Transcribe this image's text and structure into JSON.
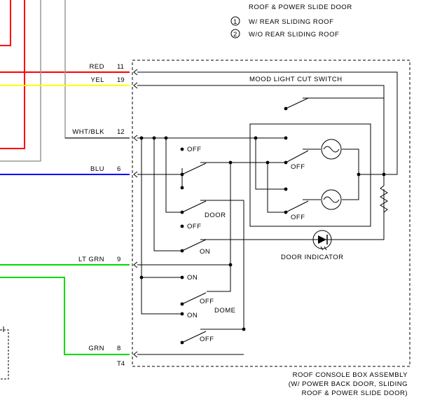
{
  "legend": {
    "top_line": "ROOF & POWER SLIDE DOOR",
    "marker_1": "1",
    "item_1": "W/ REAR SLIDING ROOF",
    "marker_2": "2",
    "item_2": "W/O REAR SLIDING ROOF"
  },
  "wires": [
    {
      "label": "RED",
      "pin": "11",
      "color": "#ff0000"
    },
    {
      "label": "YEL",
      "pin": "19",
      "color": "#ffff00"
    },
    {
      "label": "WHT/BLK",
      "pin": "12",
      "color": "#000000"
    },
    {
      "label": "BLU",
      "pin": "6",
      "color": "#0000ff"
    },
    {
      "label": "LT GRN",
      "pin": "9",
      "color": "#00dd00"
    },
    {
      "label": "GRN",
      "pin": "8",
      "color": "#00dd00"
    }
  ],
  "connector": "T4",
  "labels": {
    "mood_switch": "MOOD LIGHT CUT SWITCH",
    "off": "OFF",
    "on": "ON",
    "door": "DOOR",
    "dome": "DOME",
    "door_indicator": "DOOR INDICATOR"
  },
  "assembly": {
    "line1": "ROOF CONSOLE BOX ASSEMBLY",
    "line2": "(W/ POWER BACK DOOR, SLIDING",
    "line3": "ROOF & POWER SLIDE DOOR)"
  },
  "colors": {
    "red": "#ff0000",
    "yellow": "#ffff00",
    "blue": "#0000ff",
    "green": "#00dd00",
    "black": "#000000"
  }
}
